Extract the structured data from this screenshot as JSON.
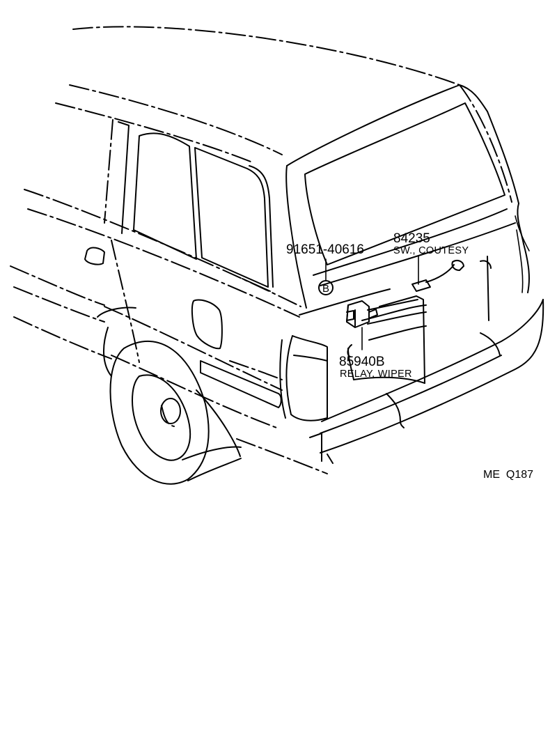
{
  "parts": [
    {
      "number": "91651-40616",
      "name": ""
    },
    {
      "number": "84235",
      "name": "SW., COUTESY"
    },
    {
      "number": "85940B",
      "name": "RELAY, WIPER"
    }
  ],
  "callout": {
    "letter": "B"
  },
  "figure_code": "ME  Q187"
}
